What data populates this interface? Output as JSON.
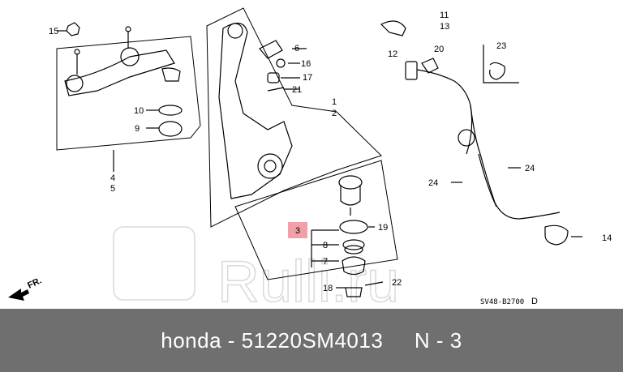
{
  "caption": {
    "brand": "honda",
    "sep1": " - ",
    "part_number": "51220SM4013",
    "gap": "     ",
    "position": "N - 3"
  },
  "diagram": {
    "diagram_code": "SV48-B2700",
    "diagram_code_suffix": "D",
    "fr_label": "FR.",
    "watermark": "Rulli.ru",
    "highlight_color": "#f0a0a6",
    "callouts": {
      "c1": "1",
      "c2": "2",
      "c3": "3",
      "c4": "4",
      "c5": "5",
      "c6": "6",
      "c7": "7",
      "c8": "8",
      "c9": "9",
      "c10": "10",
      "c11": "11",
      "c12": "12",
      "c13": "13",
      "c14": "14",
      "c15": "15",
      "c16": "16",
      "c17": "17",
      "c18": "18",
      "c19": "19",
      "c20": "20",
      "c21": "21",
      "c22": "22",
      "c23": "23",
      "c24a": "24",
      "c24b": "24"
    }
  }
}
